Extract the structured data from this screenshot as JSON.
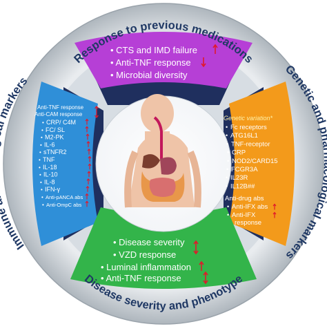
{
  "ring_labels": {
    "top": "Response to previous medications",
    "right": "Genetic and pharmacological markers",
    "bottom": "Disease severity and phenotype",
    "left": "Immune and serological markers"
  },
  "top_panel": {
    "items": [
      {
        "text": "CTS and IMD failure",
        "arrow": "up"
      },
      {
        "text": "Anti-TNF response",
        "arrow": "down"
      },
      {
        "text": "Microbial diversity",
        "arrow": "none"
      }
    ]
  },
  "left_panel": {
    "header": [
      "Anti-TNF response",
      "Anti-CAM response"
    ],
    "items": [
      {
        "text": "CRP/ C4M"
      },
      {
        "text": "FC/ SL"
      },
      {
        "text": "M2-PK"
      },
      {
        "text": "IL-6"
      },
      {
        "text": "sTNFR2"
      },
      {
        "text": "TNF"
      },
      {
        "text": "IL-18"
      },
      {
        "text": "IL-10"
      },
      {
        "text": "IL-8"
      },
      {
        "text": "IFN-γ"
      },
      {
        "text": "Anti-pANCA abs"
      },
      {
        "text": "Anti-OmpC abs"
      }
    ]
  },
  "right_panel": {
    "genetic_heading": "Genetic variation*",
    "genetic_items": [
      "Fc receptors",
      "ATG16L1",
      "TNF-receptor",
      "CRP",
      "NOD2/CARD15",
      "FCGR3A",
      "IL23R",
      "IL12B##"
    ],
    "drug_heading": "Anti-drug abs",
    "drug_items": [
      "Anti-IFX abs",
      "Anti-IFX",
      "response"
    ]
  },
  "bottom_panel": {
    "items": [
      {
        "text": "Disease severity",
        "arrow": "updown"
      },
      {
        "text": "VZD response",
        "arrow": "none"
      },
      {
        "text": "Luminal inflammation",
        "arrow": "up"
      },
      {
        "text": "Anti-TNF response",
        "arrow": "updown"
      }
    ]
  },
  "colors": {
    "ring_outer": "#bcc3c9",
    "ring_inner": "#e4e8ec",
    "ring_text": "#1f3864",
    "navy": "#1f2f5e",
    "top_panel": "#b63fd6",
    "left_panel": "#2f8fd8",
    "right_panel": "#f39a1b",
    "bottom_panel": "#33b44a",
    "arrow": "#e0192b",
    "center": "#ffffff"
  }
}
